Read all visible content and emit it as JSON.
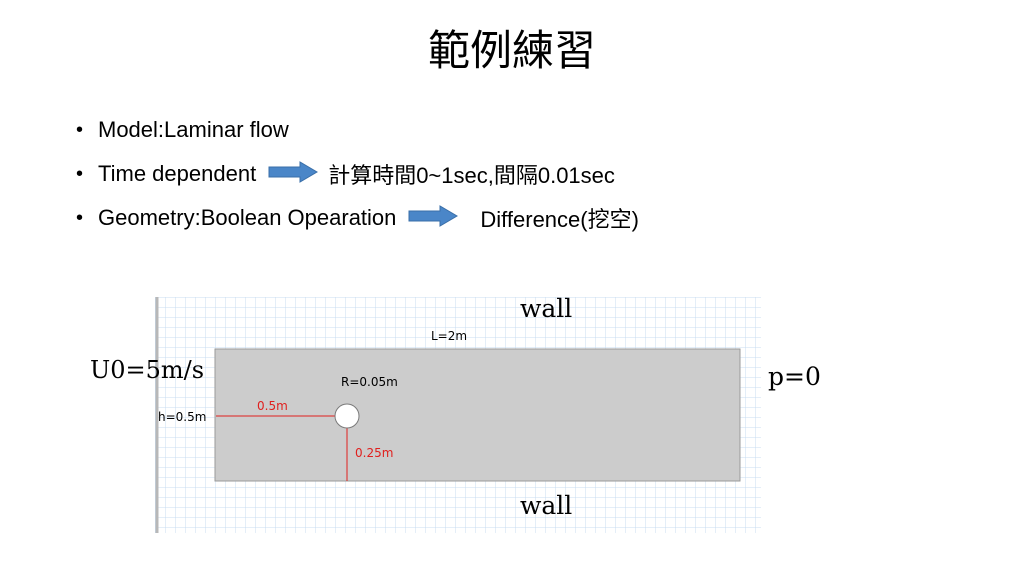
{
  "slide": {
    "title": "範例練習"
  },
  "bullets": [
    {
      "text": "Model:Laminar flow"
    },
    {
      "text": "Time dependent",
      "result": "計算時間0~1sec,間隔0.01sec"
    },
    {
      "text": "Geometry:Boolean Opearation",
      "result": "Difference(挖空)"
    }
  ],
  "diagram": {
    "top_label": "wall",
    "bottom_label": "wall",
    "inlet_label": "U0=5m/s",
    "outlet_label": "p=0",
    "length_label": "L=2m",
    "radius_label": "R=0.05m",
    "height_label": "h=0.5m",
    "x_offset_label": "0.5m",
    "y_offset_label": "0.25m",
    "colors": {
      "grid": "#c9dcf0",
      "channel_fill": "#cccccc",
      "dimension_red": "#e0201e",
      "arrow_blue": "#4a86c8"
    }
  }
}
